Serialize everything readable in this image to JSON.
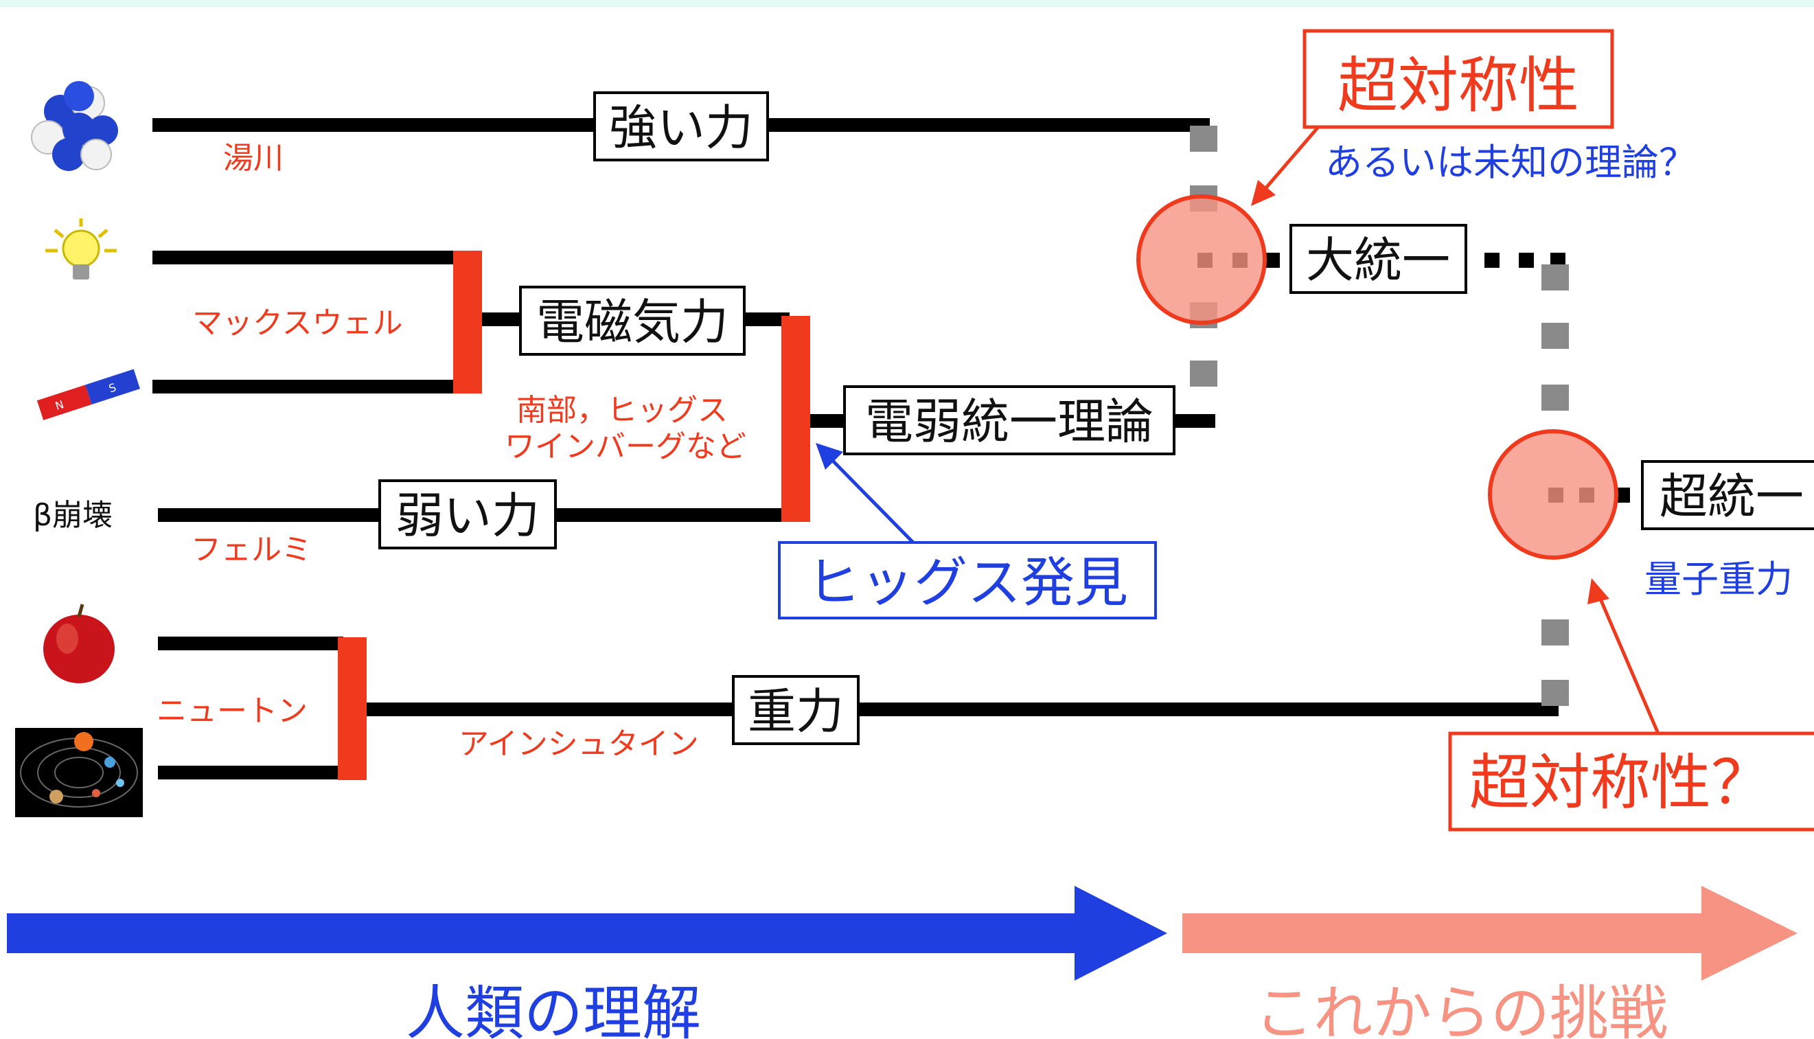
{
  "forces": {
    "strong": "強い力",
    "electromagnetic": "電磁気力",
    "electroweak": "電弱統一理論",
    "weak": "弱い力",
    "gravity": "重力",
    "grand_unification": "大統一",
    "super_unification": "超統一"
  },
  "sources": {
    "beta_decay": "β崩壊"
  },
  "people": {
    "yukawa": "湯川",
    "maxwell": "マックスウェル",
    "nambu_higgs_line1": "南部，ヒッグス",
    "nambu_higgs_line2": "ワインバーグなど",
    "fermi": "フェルミ",
    "newton": "ニュートン",
    "einstein": "アインシュタイン"
  },
  "callouts": {
    "supersymmetry": "超対称性",
    "or_unknown_theory": "あるいは未知の理論？",
    "higgs_discovery": "ヒッグス発見",
    "quantum_gravity": "量子重力",
    "supersymmetry_question": "超対称性？"
  },
  "arrows": {
    "human_understanding": "人類の理解",
    "challenges_ahead": "これからの挑戦"
  },
  "colors": {
    "red_accent": "#f03a1e",
    "blue_accent": "#1f3fe0",
    "pink_arrow": "#f79383",
    "circle_fill": "#f79383",
    "dotted_gray": "#8a8a8a",
    "background_band": "#e4faf6"
  },
  "icons": [
    "atom-nucleus-icon",
    "light-bulb-icon",
    "magnet-icon",
    "apple-icon",
    "solar-system-icon"
  ]
}
